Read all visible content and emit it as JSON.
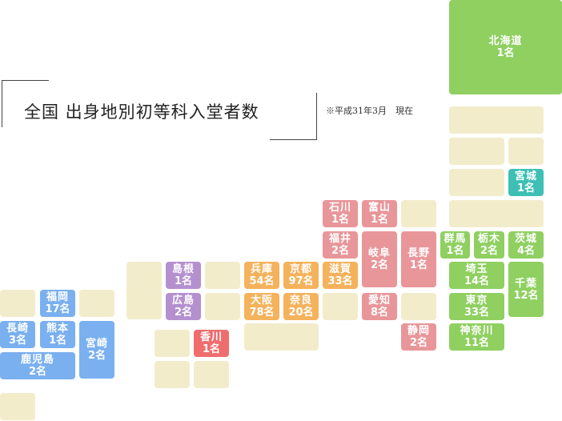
{
  "title": "全国 出身地別初等科入堂者数",
  "note": "※平成31年3月　現在",
  "prefectures": {
    "hokkaido": {
      "name": "北海道",
      "count": "1名"
    },
    "miyagi": {
      "name": "宮城",
      "count": "1名"
    },
    "ishikawa": {
      "name": "石川",
      "count": "1名"
    },
    "toyama": {
      "name": "富山",
      "count": "1名"
    },
    "fukui": {
      "name": "福井",
      "count": "2名"
    },
    "gifu": {
      "name": "岐阜",
      "count": "2名"
    },
    "nagano": {
      "name": "長野",
      "count": "1名"
    },
    "gunma": {
      "name": "群馬",
      "count": "1名"
    },
    "tochigi": {
      "name": "栃木",
      "count": "2名"
    },
    "ibaraki": {
      "name": "茨城",
      "count": "4名"
    },
    "saitama": {
      "name": "埼玉",
      "count": "14名"
    },
    "chiba": {
      "name": "千葉",
      "count": "12名"
    },
    "tokyo": {
      "name": "東京",
      "count": "33名"
    },
    "kanagawa": {
      "name": "神奈川",
      "count": "11名"
    },
    "shizuoka": {
      "name": "静岡",
      "count": "2名"
    },
    "aichi": {
      "name": "愛知",
      "count": "8名"
    },
    "shiga": {
      "name": "滋賀",
      "count": "33名"
    },
    "kyoto": {
      "name": "京都",
      "count": "97名"
    },
    "hyogo": {
      "name": "兵庫",
      "count": "54名"
    },
    "osaka": {
      "name": "大阪",
      "count": "78名"
    },
    "nara": {
      "name": "奈良",
      "count": "20名"
    },
    "shimane": {
      "name": "島根",
      "count": "1名"
    },
    "hiroshima": {
      "name": "広島",
      "count": "2名"
    },
    "kagawa": {
      "name": "香川",
      "count": "1名"
    },
    "fukuoka": {
      "name": "福岡",
      "count": "17名"
    },
    "nagasaki": {
      "name": "長崎",
      "count": "3名"
    },
    "kumamoto": {
      "name": "熊本",
      "count": "1名"
    },
    "miyazaki": {
      "name": "宮崎",
      "count": "2名"
    },
    "kagoshima": {
      "name": "鹿児島",
      "count": "2名"
    }
  },
  "colors": {
    "empty": "#f3eccb",
    "tohoku_kanto": "#8fd061",
    "miyagi": "#3dbfb4",
    "chubu": "#e8969a",
    "kinki": "#f5b25c",
    "chugoku": "#b590cf",
    "shikoku": "#ef6d6d",
    "kyushu": "#7ab0ef"
  }
}
